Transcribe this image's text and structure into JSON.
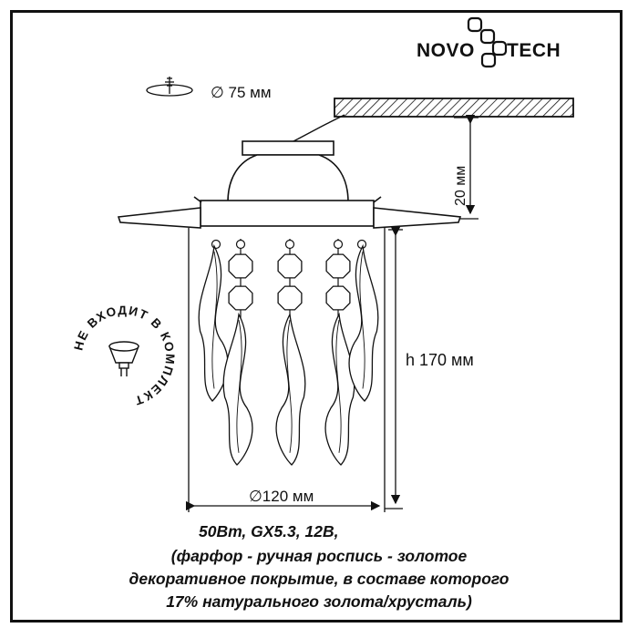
{
  "brand": {
    "name_part1": "NOVO",
    "name_part2": "TECH"
  },
  "mount_hole": {
    "label": "∅ 75 мм"
  },
  "depth": {
    "label": "20 мм"
  },
  "height": {
    "label": "h 170 мм"
  },
  "diameter": {
    "label": "∅120 мм"
  },
  "lamp_badge": {
    "text": "НЕ ВХОДИТ В КОМПЛЕКТ"
  },
  "specs": {
    "line1": "50Вт, GX5.3, 12В,",
    "line2": "(фарфор - ручная роспись - золотое",
    "line3": "декоративное покрытие, в составе которого",
    "line4": "17% натурального золота/хрусталь)"
  },
  "colors": {
    "ink": "#111111",
    "background": "#ffffff"
  }
}
